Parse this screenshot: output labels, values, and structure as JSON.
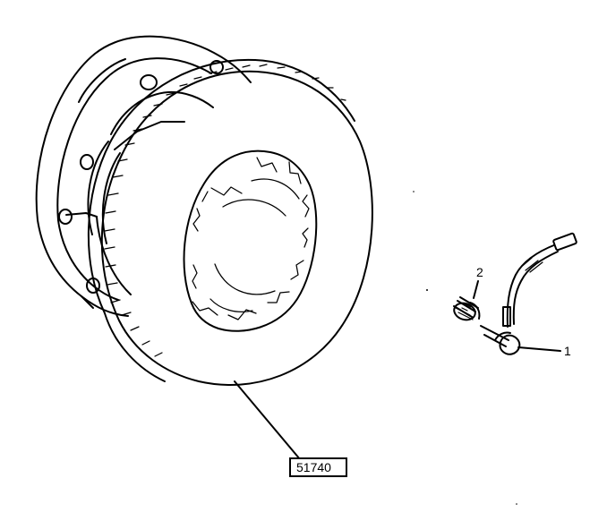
{
  "diagram": {
    "callouts": [
      {
        "id": "1",
        "label": "1"
      },
      {
        "id": "2",
        "label": "2"
      }
    ],
    "reference_code": "51740"
  }
}
